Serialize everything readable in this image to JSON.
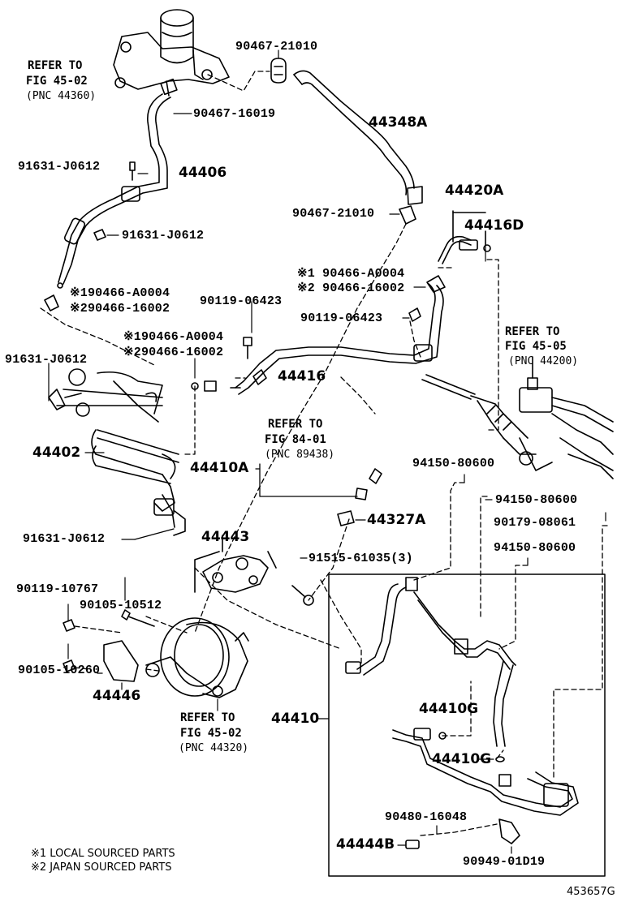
{
  "labels": {
    "p90467_21010_a": "90467-21010",
    "refer_45_02_top_a": "REFER TO",
    "refer_45_02_top_b": "FIG 45-02",
    "refer_45_02_top_c": "(PNC 44360)",
    "p90467_16019": "90467-16019",
    "p44348A": "44348A",
    "p91631_J0612_a": "91631-J0612",
    "p44406": "44406",
    "p90467_21010_b": "90467-21010",
    "p44420A": "44420A",
    "p44416D": "44416D",
    "p91631_J0612_b": "91631-J0612",
    "p90466_A0004_a": "※1 90466-A0004",
    "p90466_16002_a": "※2 90466-16002",
    "p90466_A0004_b": "※190466-A0004",
    "p90466_16002_b": "※290466-16002",
    "p90119_06423_a": "90119-06423",
    "p90119_06423_b": "90119-06423",
    "refer_45_05_a": "REFER TO",
    "refer_45_05_b": "FIG 45-05",
    "refer_45_05_c": "(PNC 44200)",
    "p90466_A0004_c": "※190466-A0004",
    "p90466_16002_c": "※290466-16002",
    "p91631_J0612_c": "91631-J0612",
    "p44416": "44416",
    "refer_84_01_a": "REFER TO",
    "refer_84_01_b": "FIG 84-01",
    "refer_84_01_c": "(PNC 89438)",
    "p44402": "44402",
    "p44410A": "44410A",
    "p94150_80600_a": "94150-80600",
    "p94150_80600_b": "94150-80600",
    "p44327A": "44327A",
    "p90179_08061": "90179-08061",
    "p91631_J0612_d": "91631-J0612",
    "p44443": "44443",
    "p94150_80600_c": "94150-80600",
    "p91515_61035": "91515-61035(3)",
    "p90119_10767": "90119-10767",
    "p90105_10512": "90105-10512",
    "p90105_10260": "90105-10260",
    "p44446": "44446",
    "refer_45_02_bot_a": "REFER TO",
    "refer_45_02_bot_b": "FIG 45-02",
    "refer_45_02_bot_c": "(PNC 44320)",
    "p44410": "44410",
    "p44410G_a": "44410G",
    "p44410G_b": "44410G",
    "p90480_16048": "90480-16048",
    "p44444B": "44444B",
    "p90949_01D19": "90949-01D19",
    "legend1": "※1 LOCAL SOURCED PARTS",
    "legend2": "※2 JAPAN SOURCED PARTS",
    "diagram_code": "453657G"
  }
}
